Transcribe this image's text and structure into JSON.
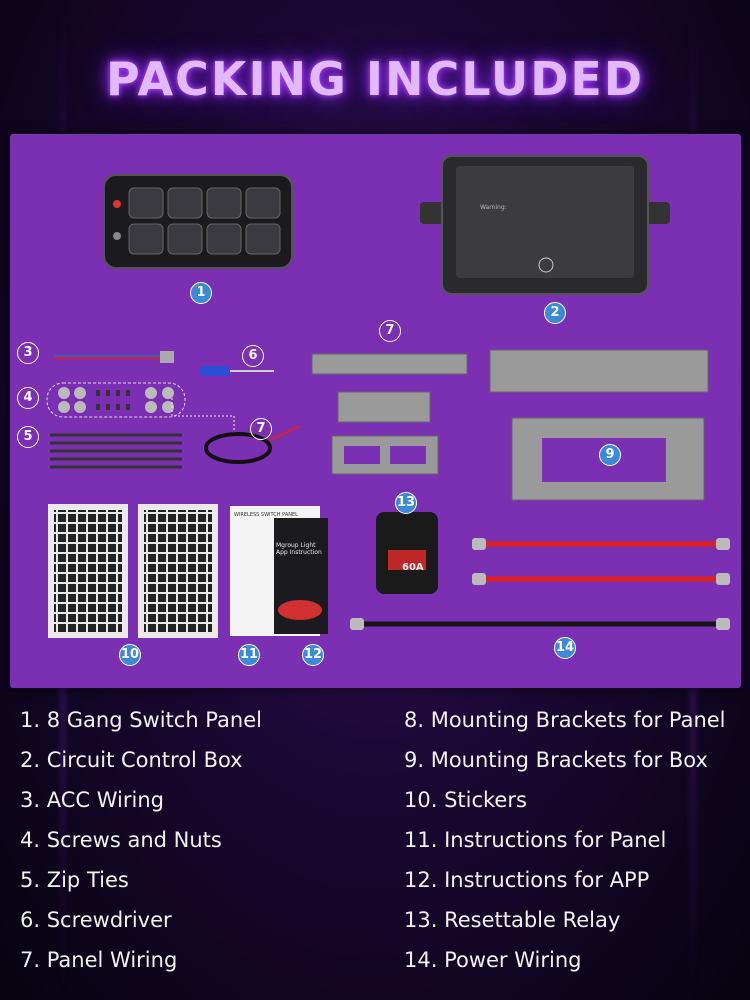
{
  "title": "PACKING INCLUDED",
  "callouts": {
    "n1": "1",
    "n2": "2",
    "n3": "3",
    "n4": "4",
    "n5": "5",
    "n6": "6",
    "n7a": "7",
    "n7b": "7",
    "n9": "9",
    "n10": "10",
    "n11": "11",
    "n12": "12",
    "n13": "13",
    "n14": "14"
  },
  "product_text": {
    "box_warning": "Warning:",
    "breaker_rating": "60A",
    "card_title": "WIRELESS SWITCH PANEL",
    "card_app": "Mgroup Light App Instruction"
  },
  "items_left": [
    "1. 8 Gang Switch Panel",
    "2. Circuit Control Box",
    "3. ACC Wiring",
    "4. Screws and Nuts",
    "5. Zip Ties",
    "6. Screwdriver",
    "7. Panel Wiring"
  ],
  "items_right": [
    "8. Mounting Brackets for Panel",
    "9. Mounting Brackets for Box",
    "10. Stickers",
    "11. Instructions for Panel",
    "12. Instructions for APP",
    "13. Resettable Relay",
    "14. Power Wiring"
  ],
  "colors": {
    "panel": "#7b2fb2",
    "title_glow": "#b34dff",
    "callout_blue": "#3a8ad8",
    "wire_red": "#e02020"
  }
}
